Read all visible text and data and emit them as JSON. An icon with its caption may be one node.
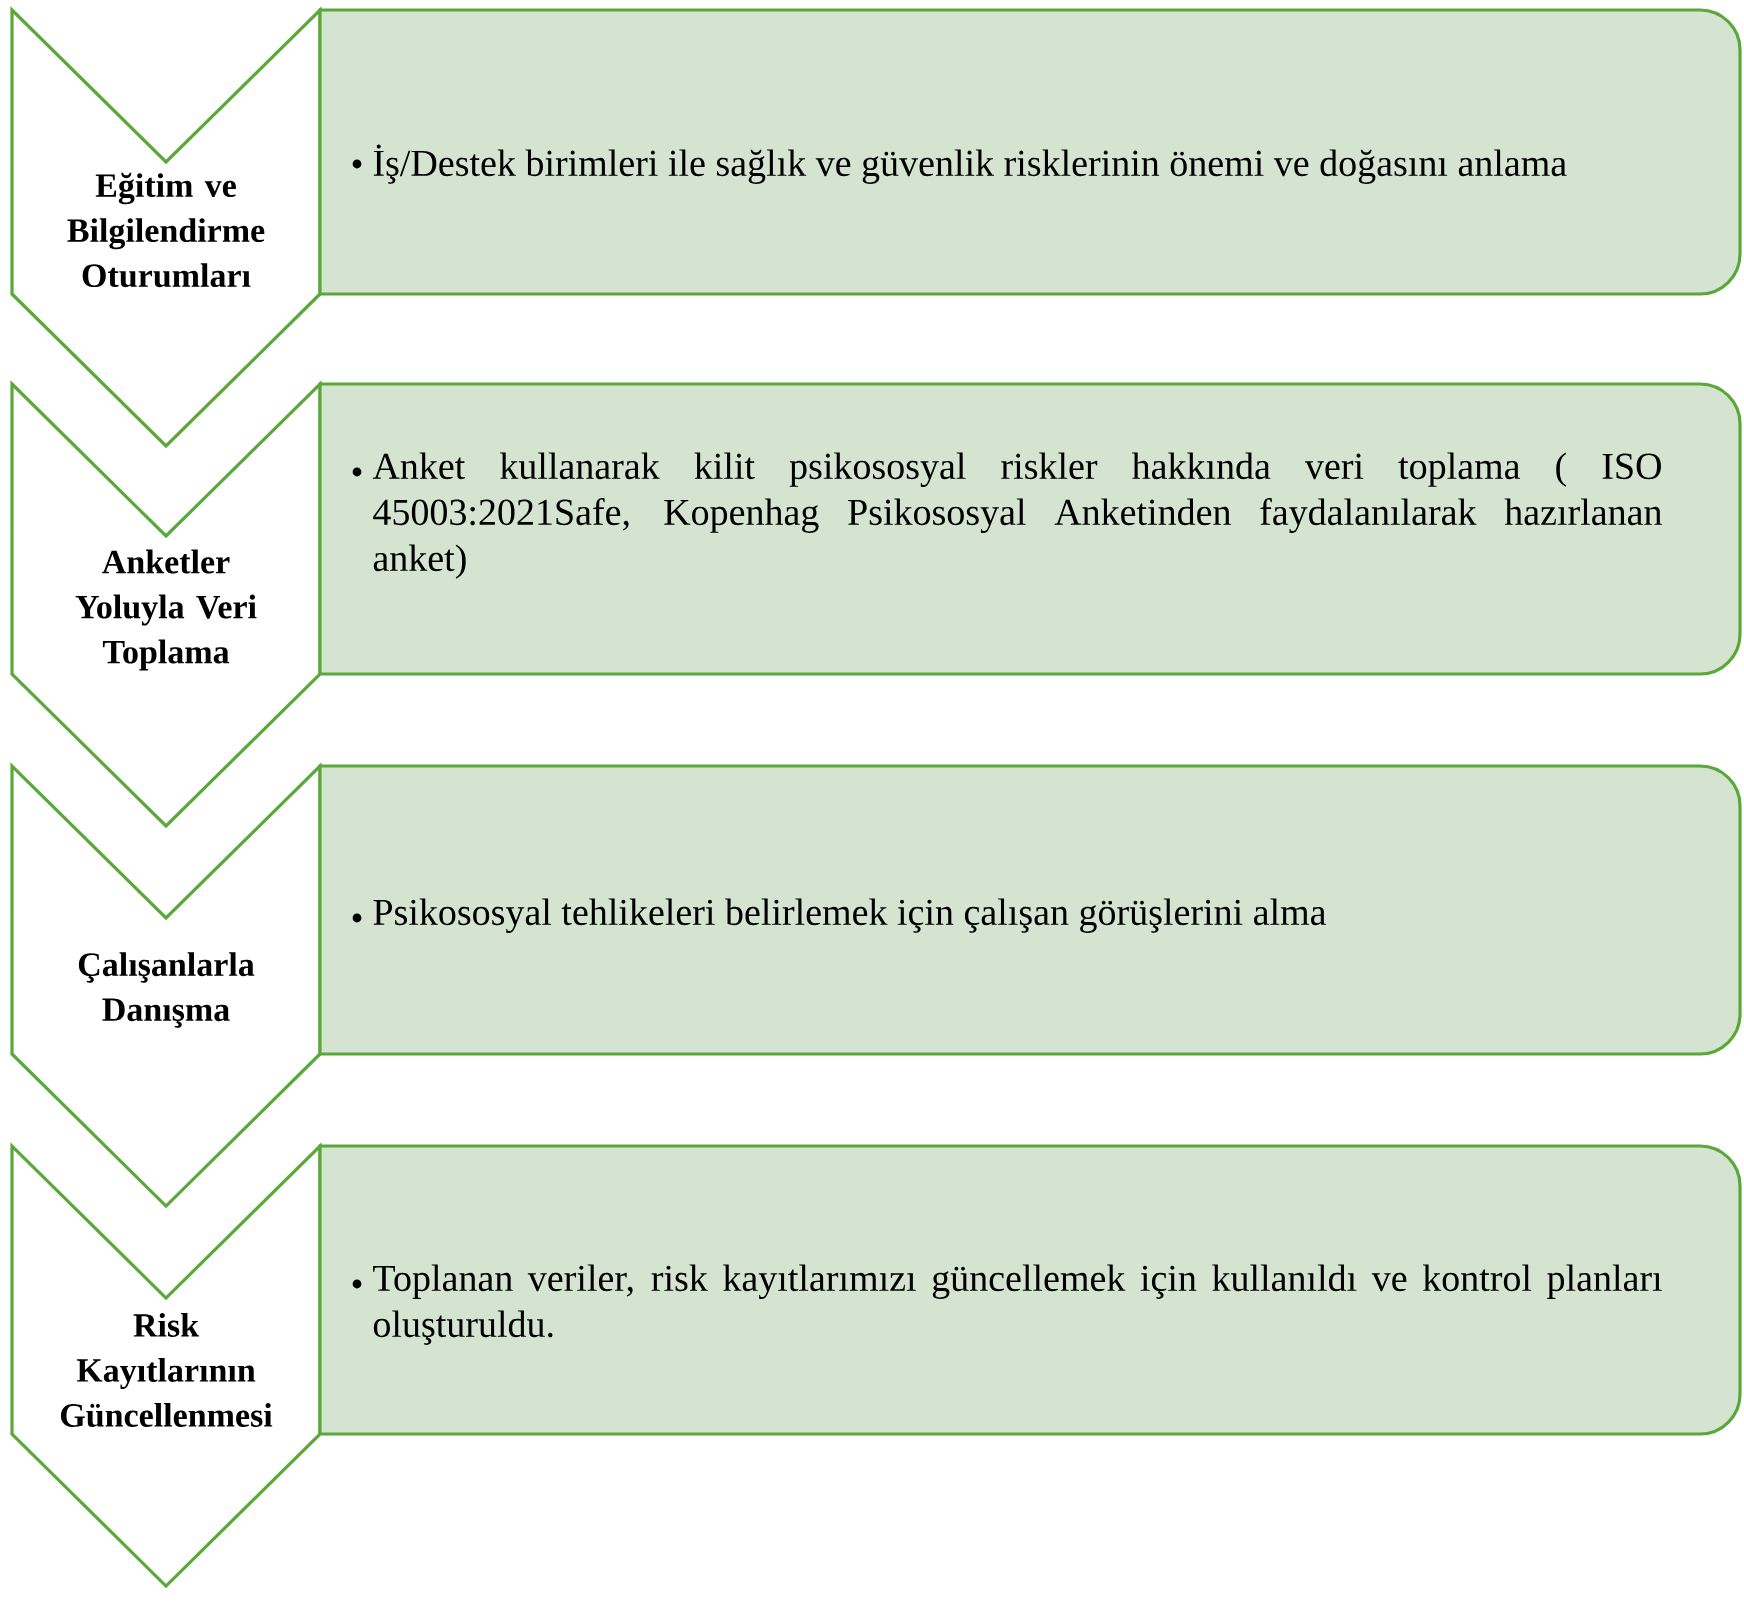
{
  "diagram": {
    "nodes": [
      {
        "text": [
          "Eğitim ve Bilgilendirme Oturumları"
        ]
      },
      {
        "text": [
          "İş/Destek birimleri ile sağlık ve güvenlik risklerinin önemi ve doğasını anlama"
        ]
      },
      {
        "text": [
          "Anketler Yoluyla Veri Toplama"
        ]
      },
      {
        "text": [
          "Anket kullanarak kilit psikososyal riskler hakkında veri toplama ( ISO 45003:2021Safe, Kopenhag Psikososyal Anketinden faydalanılarak hazırlanan anket)"
        ]
      },
      {
        "text": [
          "Çalışanlarla Danışma"
        ]
      },
      {
        "text": [
          "Psikososyal tehlikeleri belirlemek için çalışan görüşlerini alma"
        ]
      },
      {
        "text": [
          "Risk Kayıtlarının Güncellenmesi"
        ]
      },
      {
        "text": [
          "Toplanan veriler, risk kayıtlarımızı güncellemek için kullanıldı ve kontrol planları oluşturuldu."
        ]
      }
    ]
  }
}
